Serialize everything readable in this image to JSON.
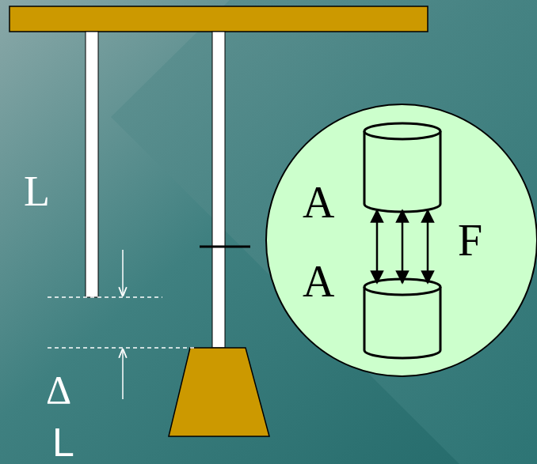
{
  "diagram": {
    "nodes": [
      {
        "text": [
          "A",
          "A",
          "F"
        ]
      }
    ],
    "labels": [
      "L",
      "Δ",
      "L"
    ]
  }
}
